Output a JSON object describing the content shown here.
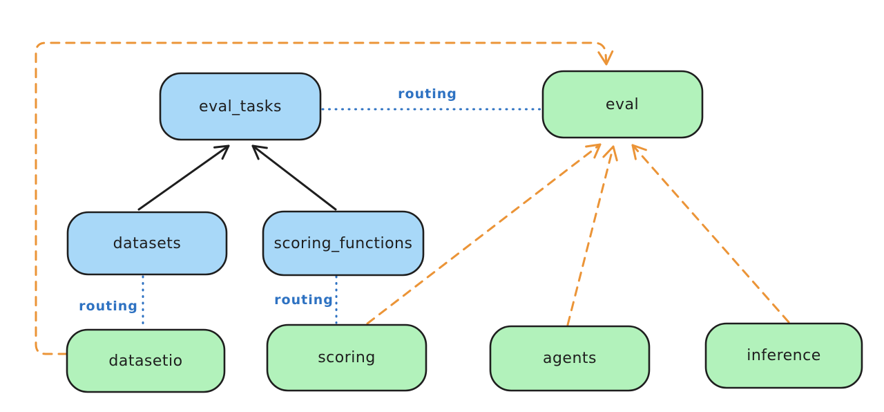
{
  "diagram": {
    "nodes": [
      {
        "id": "eval_tasks",
        "label": "eval_tasks",
        "fill": "blue"
      },
      {
        "id": "eval",
        "label": "eval",
        "fill": "green"
      },
      {
        "id": "datasets",
        "label": "datasets",
        "fill": "blue"
      },
      {
        "id": "scoring_functions",
        "label": "scoring_functions",
        "fill": "blue"
      },
      {
        "id": "datasetio",
        "label": "datasetio",
        "fill": "green"
      },
      {
        "id": "scoring",
        "label": "scoring",
        "fill": "green"
      },
      {
        "id": "agents",
        "label": "agents",
        "fill": "green"
      },
      {
        "id": "inference",
        "label": "inference",
        "fill": "green"
      }
    ],
    "edge_labels": [
      {
        "id": "routing-eval_tasks-eval",
        "label": "routing"
      },
      {
        "id": "routing-datasets-datasetio",
        "label": "routing"
      },
      {
        "id": "routing-scoring_functions-scoring",
        "label": "routing"
      }
    ],
    "colors": {
      "node_fill_blue": "#a8d8f8",
      "node_fill_green": "#b2f2bb",
      "node_stroke": "#1e1e1e",
      "arrow_black": "#1e1e1e",
      "arrow_orange": "#eb9437",
      "routing_blue": "#2e72c2",
      "background": "#ffffff"
    }
  }
}
